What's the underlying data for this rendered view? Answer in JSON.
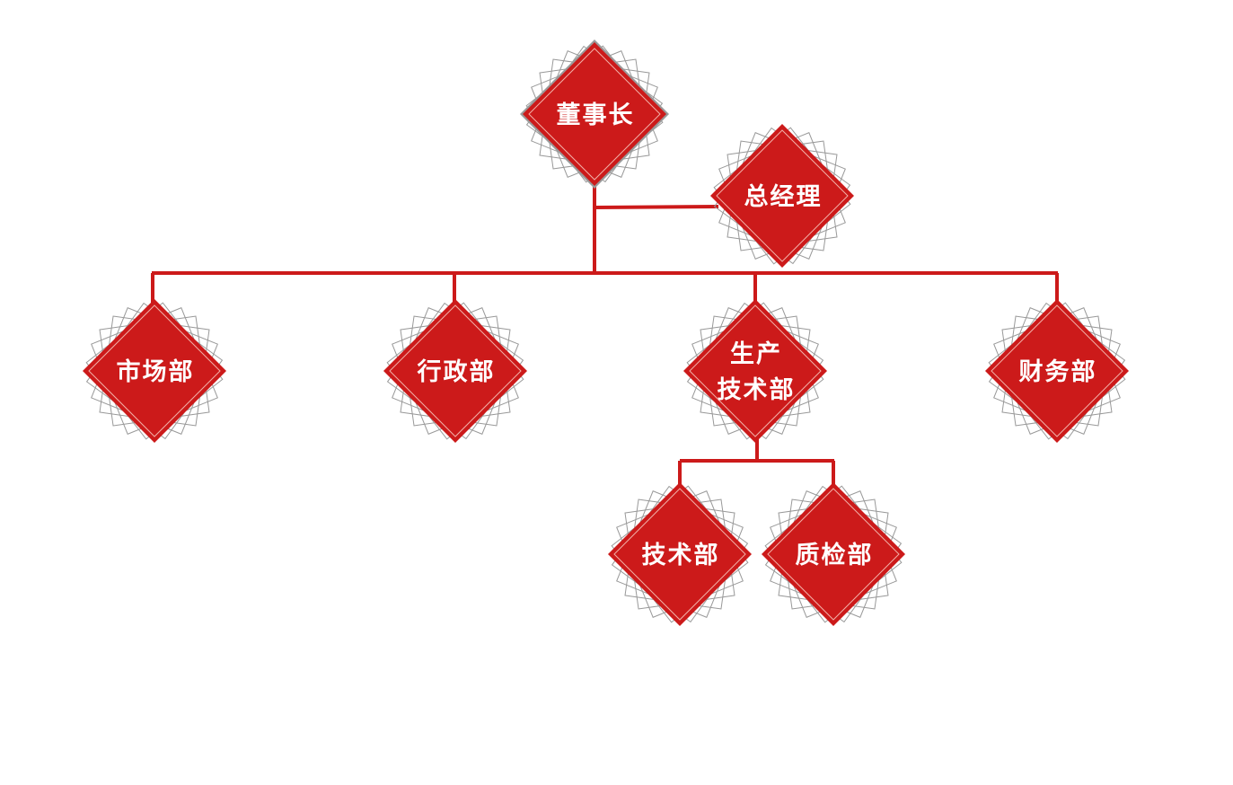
{
  "title": "组织架构图",
  "colors": {
    "node_fill": "#cc1a1a",
    "line": "#cc1a1a",
    "deco": "#999999",
    "top_outline": "#9a9a9a"
  },
  "nodes": [
    {
      "id": "chairman",
      "lines": [
        "董事长"
      ]
    },
    {
      "id": "general-manager",
      "lines": [
        "总经理"
      ]
    },
    {
      "id": "marketing",
      "lines": [
        "市场部"
      ]
    },
    {
      "id": "administration",
      "lines": [
        "行政部"
      ]
    },
    {
      "id": "production-tech",
      "lines": [
        "生产",
        "技术部"
      ]
    },
    {
      "id": "finance",
      "lines": [
        "财务部"
      ]
    },
    {
      "id": "technology",
      "lines": [
        "技术部"
      ]
    },
    {
      "id": "quality",
      "lines": [
        "质检部"
      ]
    }
  ]
}
